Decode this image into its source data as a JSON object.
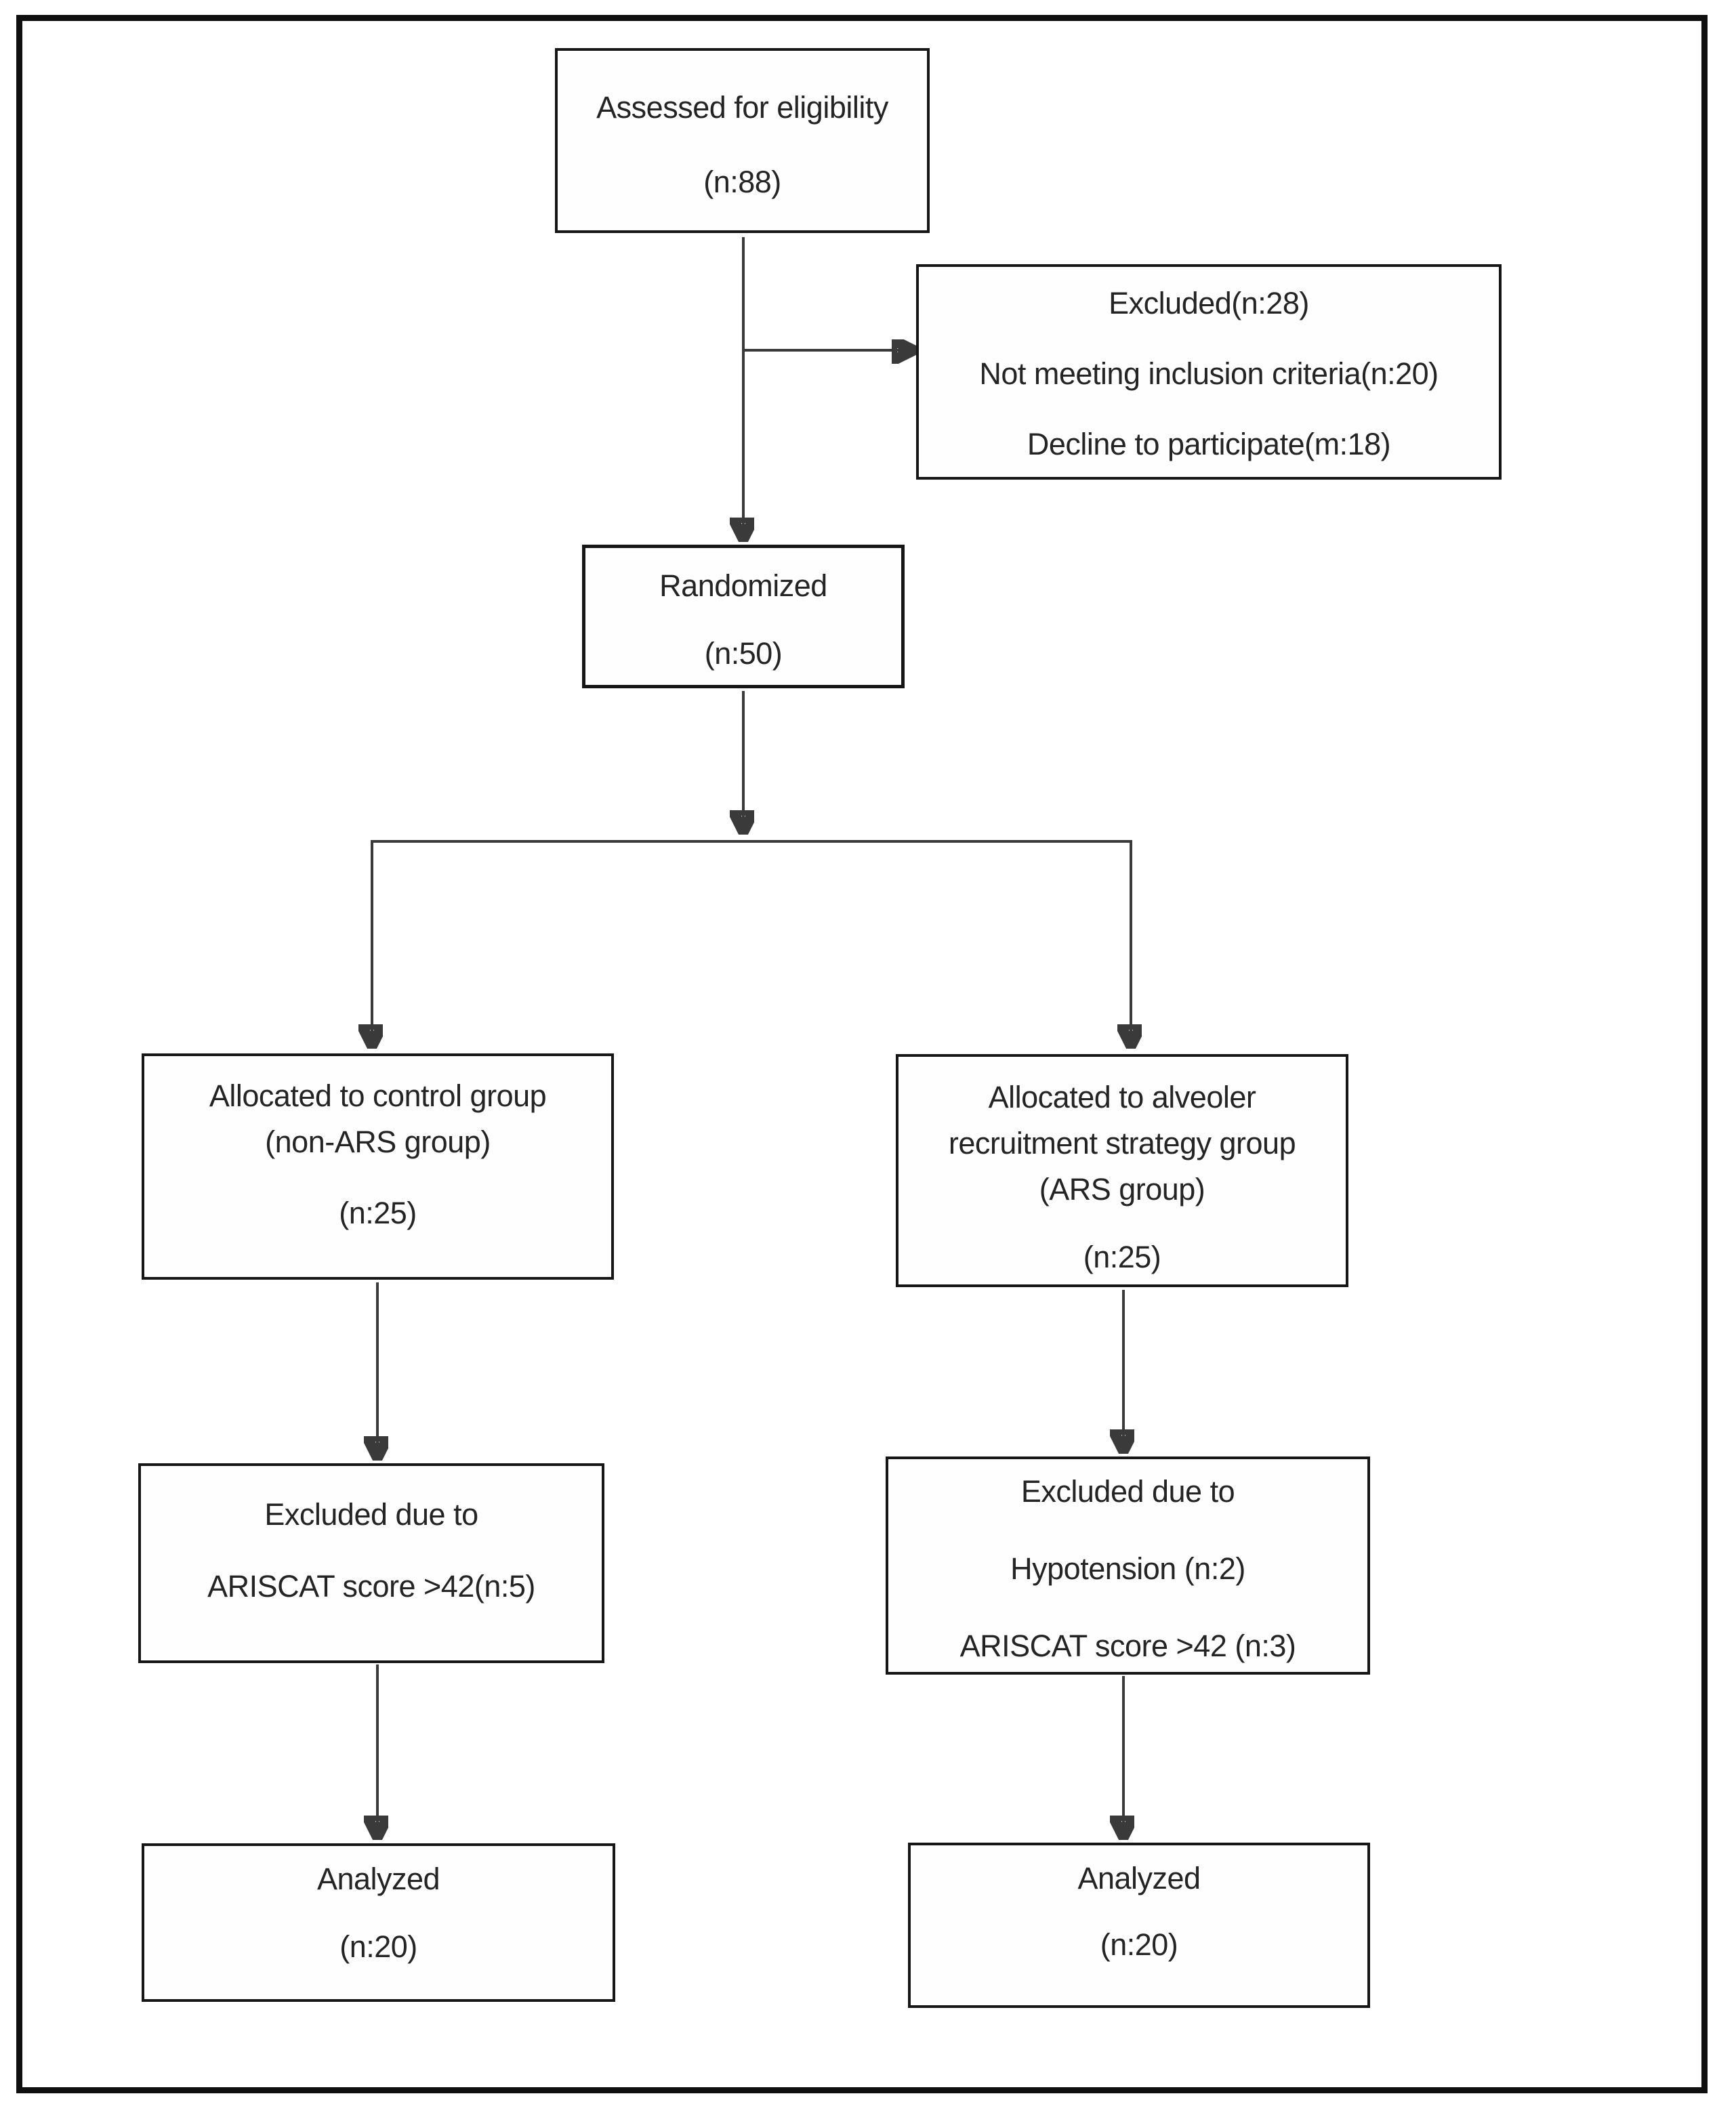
{
  "figure": {
    "type": "consort-flow-diagram",
    "description": "Participant flow diagram of a randomized trial comparing a control (non-ARS) group with an alveolar recruitment strategy (ARS) group"
  },
  "colors": {
    "background": "#ffffff",
    "box_border": "#161616",
    "frame_border": "#0f0f0f",
    "arrow": "#3a3a3a",
    "arrowhead": "#111111",
    "text": "#242424"
  },
  "boxes": {
    "assessed": {
      "lines": [
        "Assessed for eligibility",
        "(n:88)"
      ]
    },
    "excluded_top": {
      "lines": [
        "Excluded(n:28)",
        "Not meeting inclusion criteria(n:20)",
        "Decline to participate(m:18)"
      ]
    },
    "randomized": {
      "lines": [
        "Randomized",
        "(n:50)"
      ]
    },
    "alloc_control": {
      "lines": [
        "Allocated to control group",
        "(non-ARS group)",
        "(n:25)"
      ]
    },
    "alloc_ars": {
      "lines": [
        "Allocated to alveoler",
        "recruitment strategy group",
        "(ARS group)",
        "(n:25)"
      ]
    },
    "excluded_control": {
      "lines": [
        "Excluded due to",
        "ARISCAT score >42(n:5)"
      ]
    },
    "excluded_ars": {
      "lines": [
        "Excluded due to",
        "Hypotension (n:2)",
        "ARISCAT score >42 (n:3)"
      ]
    },
    "analyzed_control": {
      "lines": [
        "Analyzed",
        "(n:20)"
      ]
    },
    "analyzed_ars": {
      "lines": [
        "Analyzed",
        "(n:20)"
      ]
    }
  }
}
